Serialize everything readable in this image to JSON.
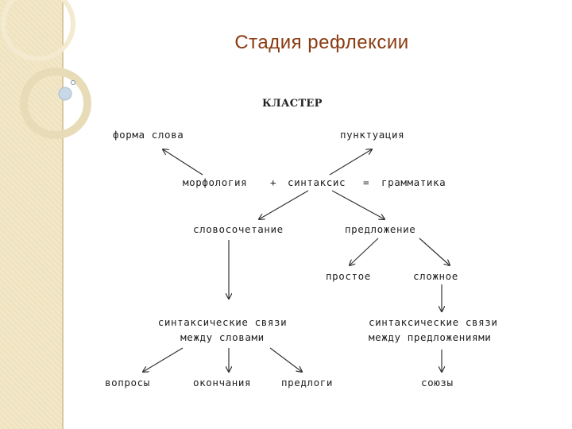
{
  "slide": {
    "title": "Стадия рефлексии",
    "colors": {
      "title": "#8a3a10",
      "side_band": "#efe3bf",
      "accent_circle": "#c9d8e6"
    }
  },
  "diagram": {
    "heading": "КЛАСТЕР",
    "nodes": {
      "forma_slova": "форма слова",
      "punktuatsiya": "пунктуация",
      "morfologiya": "морфология",
      "plus": "+",
      "sintaksis": "синтаксис",
      "equals": "=",
      "grammatika": "грамматика",
      "slovosochetanie": "словосочетание",
      "predlozhenie": "предложение",
      "prostoe": "простое",
      "slozhnoe": "сложное",
      "svyazi_slova_1": "синтаксические связи",
      "svyazi_slova_2": "между словами",
      "svyazi_predl_1": "синтаксические связи",
      "svyazi_predl_2": "между предложениями",
      "voprosy": "вопросы",
      "okonchaniya": "окончания",
      "predlogi": "предлоги",
      "soyuzy": "союзы"
    }
  }
}
